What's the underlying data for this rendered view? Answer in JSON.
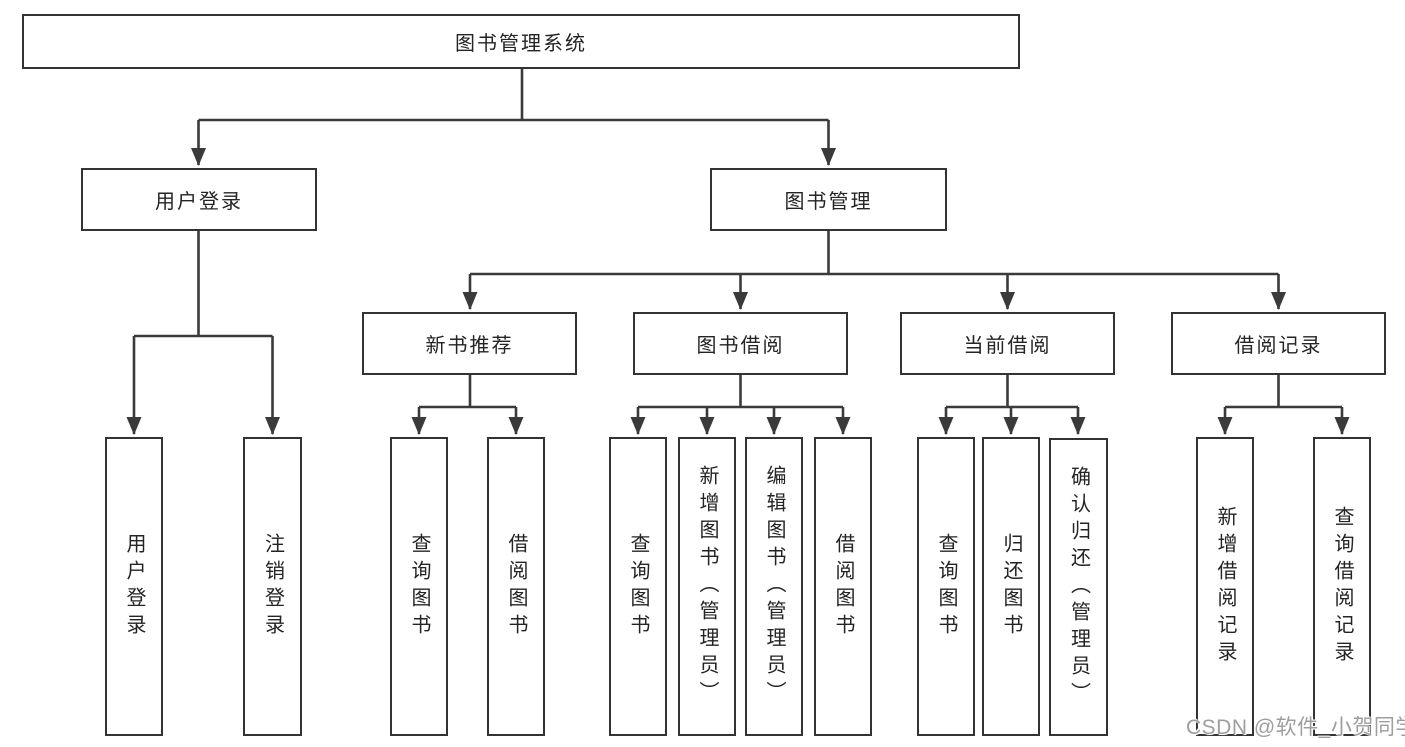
{
  "tree": {
    "label": "图书管理系统",
    "children": [
      {
        "label": "用户登录",
        "children": [
          {
            "label": "用户登录"
          },
          {
            "label": "注销登录"
          }
        ]
      },
      {
        "label": "图书管理",
        "children": [
          {
            "label": "新书推荐",
            "children": [
              {
                "label": "查询图书"
              },
              {
                "label": "借阅图书"
              }
            ]
          },
          {
            "label": "图书借阅",
            "children": [
              {
                "label": "查询图书"
              },
              {
                "label": "新增图书（管理员）"
              },
              {
                "label": "编辑图书（管理员）"
              },
              {
                "label": "借阅图书"
              }
            ]
          },
          {
            "label": "当前借阅",
            "children": [
              {
                "label": "查询图书"
              },
              {
                "label": "归还图书"
              },
              {
                "label": "确认归还（管理员）"
              }
            ]
          },
          {
            "label": "借阅记录",
            "children": [
              {
                "label": "新增借阅记录"
              },
              {
                "label": "查询借阅记录"
              }
            ]
          }
        ]
      }
    ]
  },
  "style": {
    "line_color": "#3a3a3a",
    "box_border_color": "#333333",
    "box_background": "#ffffff",
    "text_color": "#242424",
    "page_background": "#ffffff",
    "watermark_color": "#9e9e9e"
  },
  "watermark": {
    "text": "CSDN @软件_小贺同学"
  }
}
